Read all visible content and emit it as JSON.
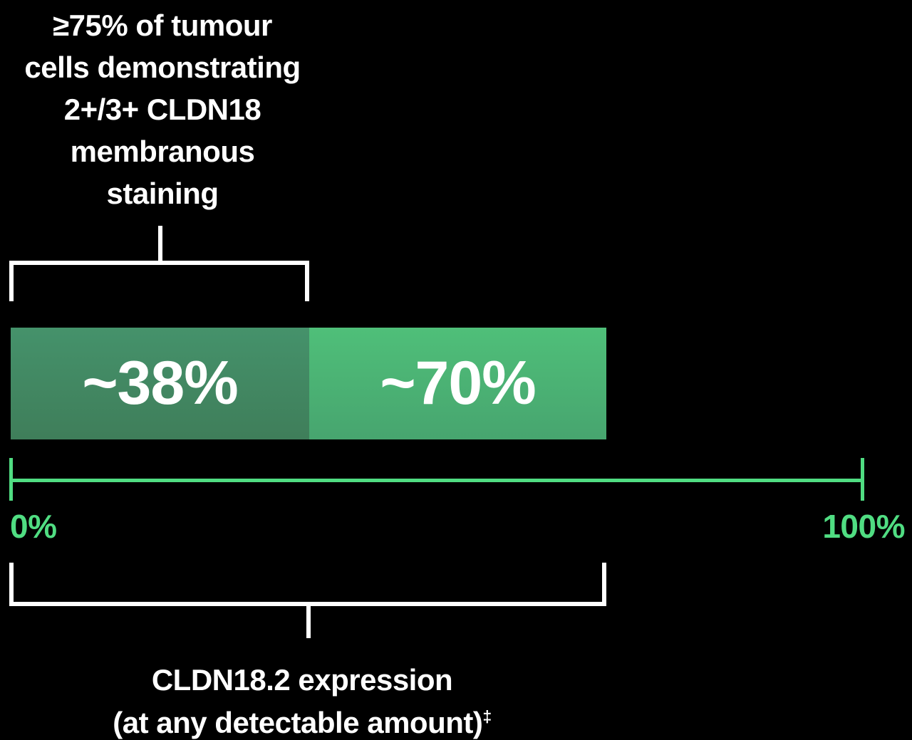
{
  "colors": {
    "background": "#000000",
    "bar_dark_green_top": "#45926B",
    "bar_dark_green_bottom": "#3F7E5A",
    "bar_light_green_top": "#4FBF79",
    "bar_light_green_bottom": "#47A56F",
    "axis_green": "#50DD82",
    "annotation_white": "#FFFFFF"
  },
  "top_annotation": {
    "text": "≥75% of tumour\ncells demonstrating\n2+/3+ CLDN18\nmembranous\nstaining"
  },
  "bar": {
    "segments": [
      {
        "label": "~38%"
      },
      {
        "label": "~70%"
      }
    ]
  },
  "axis": {
    "min_label": "0%",
    "max_label": "100%"
  },
  "bottom_annotation": {
    "line1": "CLDN18.2 expression",
    "line2": "(at any detectable amount)",
    "footnote_marker": "‡"
  },
  "chart_data": {
    "type": "bar",
    "orientation": "horizontal",
    "title": "",
    "xlabel": "",
    "ylabel": "",
    "axis": {
      "min": 0,
      "max": 100,
      "unit": "%",
      "tick_labels": [
        "0%",
        "100%"
      ],
      "axis_color": "#50DD82"
    },
    "segments": [
      {
        "value": 38,
        "display_label": "~38%",
        "annotation": "≥75% of tumour cells demonstrating 2+/3+ CLDN18 membranous staining",
        "color": "#438A63"
      },
      {
        "value": 70,
        "display_label": "~70%",
        "annotation": "CLDN18.2 expression (at any detectable amount)‡",
        "color": "#4CB876"
      }
    ],
    "layout_note": "Nested horizontal bar on a 0–100% scale: the ~38% dark-green subset sits inside the ~70% light-green total; white brackets link each annotation to its span"
  }
}
